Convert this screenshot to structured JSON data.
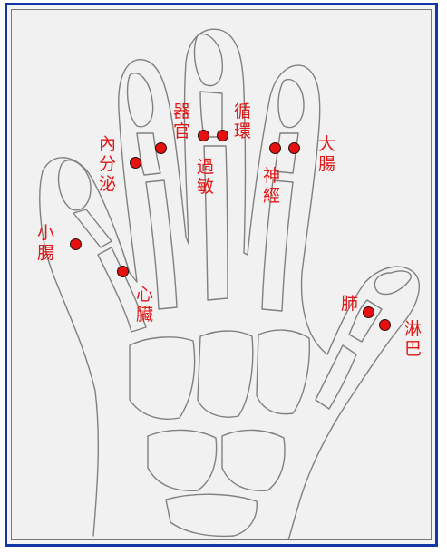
{
  "labels": {
    "endocrine": "內分泌",
    "organ": "器官",
    "circulation": "循環",
    "allergy": "過敏",
    "nerve": "神經",
    "large_intestine": "大腸",
    "small_intestine": "小腸",
    "heart": "心臟",
    "lung": "肺",
    "lymph": "淋巴"
  },
  "colors": {
    "frame": "#1238a8",
    "label": "#e01818",
    "dot": "#e51010",
    "sketch": "#7a7a7a"
  }
}
